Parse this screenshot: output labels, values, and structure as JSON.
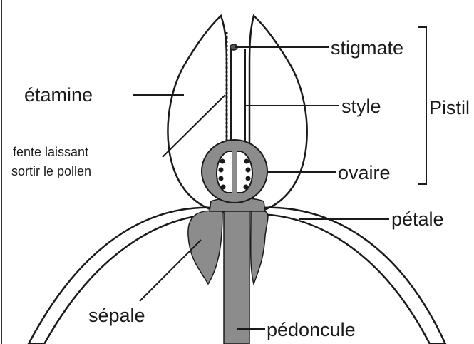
{
  "labels": {
    "stigmate": "stigmate",
    "etamine": "étamine",
    "style": "style",
    "pistil": "Pistil",
    "fente_line1": "fente laissant",
    "fente_line2": "sortir le pollen",
    "ovaire": "ovaire",
    "petale": "pétale",
    "sepale": "sépale",
    "pedoncule": "pédoncule"
  },
  "colors": {
    "outline": "#1a1a1a",
    "tissue_gray": "#8c8c8c",
    "petal_fill": "#ffffff"
  }
}
